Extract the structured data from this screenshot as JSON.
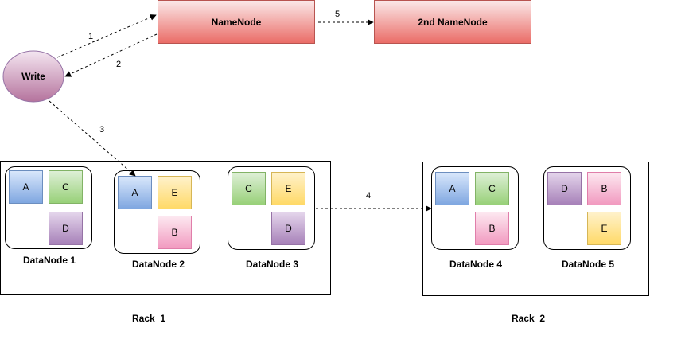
{
  "colors": {
    "namenode_fill_top": "#fbe9e9",
    "namenode_fill_bottom": "#ea6b66",
    "namenode_stroke": "#b85450",
    "write_fill_top": "#f4e6f1",
    "write_fill_bottom": "#b5739d",
    "write_stroke": "#9673a6",
    "block_A": [
      "#dae8fc",
      "#7ea6e0",
      "#6c8ebf"
    ],
    "block_B": [
      "#fde9f1",
      "#f199bf",
      "#e07eaa"
    ],
    "block_C": [
      "#dff0d8",
      "#97d077",
      "#82b366"
    ],
    "block_D": [
      "#e5d6ec",
      "#a680b8",
      "#9673a6"
    ],
    "block_E": [
      "#fff2cc",
      "#ffd966",
      "#d6b656"
    ]
  },
  "namenode": {
    "label": "NameNode"
  },
  "secondary_namenode": {
    "label": "2nd NameNode"
  },
  "client": {
    "label": "Write",
    "icon": "ellipse-client"
  },
  "arrows": [
    {
      "id": "1",
      "label": "1"
    },
    {
      "id": "2",
      "label": "2"
    },
    {
      "id": "3",
      "label": "3"
    },
    {
      "id": "4",
      "label": "4"
    },
    {
      "id": "5",
      "label": "5"
    }
  ],
  "racks": [
    {
      "label": "Rack  1",
      "datanodes": [
        {
          "label": "DataNode 1",
          "blocks": [
            "A",
            "C",
            "D"
          ]
        },
        {
          "label": "DataNode 2",
          "blocks": [
            "A",
            "E",
            "B"
          ]
        },
        {
          "label": "DataNode 3",
          "blocks": [
            "C",
            "E",
            "D"
          ]
        }
      ]
    },
    {
      "label": "Rack  2",
      "datanodes": [
        {
          "label": "DataNode 4",
          "blocks": [
            "A",
            "C",
            "B"
          ]
        },
        {
          "label": "DataNode 5",
          "blocks": [
            "D",
            "B",
            "E"
          ]
        }
      ]
    }
  ]
}
